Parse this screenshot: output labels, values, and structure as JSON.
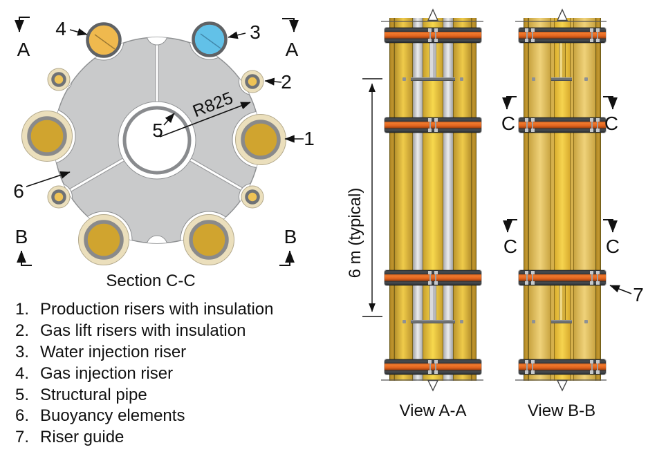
{
  "section": {
    "title": "Section C-C",
    "radius_label": "R825",
    "marker_a": "A",
    "marker_b": "B",
    "callout_1": "1",
    "callout_2": "2",
    "callout_3": "3",
    "callout_4": "4",
    "callout_5": "5",
    "callout_6": "6"
  },
  "legend": {
    "items": [
      {
        "num": "1.",
        "label": "Production risers with insulation"
      },
      {
        "num": "2.",
        "label": "Gas lift risers with insulation"
      },
      {
        "num": "3.",
        "label": "Water injection riser"
      },
      {
        "num": "4.",
        "label": "Gas injection riser"
      },
      {
        "num": "5.",
        "label": "Structural pipe"
      },
      {
        "num": "6.",
        "label": "Buoyancy elements"
      },
      {
        "num": "7.",
        "label": "Riser guide"
      }
    ]
  },
  "views": {
    "dimension_label": "6 m (typical)",
    "marker_c": "C",
    "callout_7": "7",
    "view_a_label": "View A-A",
    "view_b_label": "View B-B"
  },
  "colors": {
    "disc_gray": "#C9CACB",
    "insulation_cream": "#EBDFBC",
    "production_core_gold": "#D0A42F",
    "gas_injection_amber": "#EFB94E",
    "water_injection_blue": "#62C1E8",
    "gas_lift_gold": "#EFC355",
    "clamp_band_dark": "#3A3D40",
    "clamp_orange": "#E2641F",
    "pipe_gold": "#F0C832",
    "pipe_gray": "#C8C9CA"
  }
}
